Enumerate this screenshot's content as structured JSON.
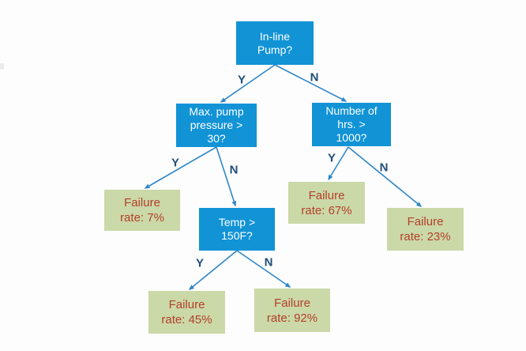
{
  "diagram": {
    "type": "decision-tree",
    "colors": {
      "decision_fill": "#1193d6",
      "decision_text": "#ffffff",
      "leaf_fill": "#cbd8a8",
      "leaf_text": "#b2402a",
      "edge": "#2e86c8",
      "branch_label": "#1f4e79",
      "background": "#fdfdfd"
    },
    "branches": {
      "yes": "Y",
      "no": "N"
    },
    "nodes": {
      "root": {
        "label": "In-line\nPump?",
        "type": "decision"
      },
      "pressure": {
        "label": "Max. pump\npressure >\n30?",
        "type": "decision"
      },
      "hours": {
        "label": "Number of\nhrs. >\n1000?",
        "type": "decision"
      },
      "temp": {
        "label": "Temp >\n150F?",
        "type": "decision"
      },
      "leaf7": {
        "label": "Failure\nrate: 7%",
        "type": "leaf"
      },
      "leaf67": {
        "label": "Failure\nrate: 67%",
        "type": "leaf"
      },
      "leaf23": {
        "label": "Failure\nrate: 23%",
        "type": "leaf"
      },
      "leaf45": {
        "label": "Failure\nrate: 45%",
        "type": "leaf"
      },
      "leaf92": {
        "label": "Failure\nrate: 92%",
        "type": "leaf"
      }
    },
    "structure": {
      "root_yes": "pressure",
      "root_no": "hours",
      "pressure_yes": "leaf7",
      "pressure_no": "temp",
      "hours_yes": "leaf67",
      "hours_no": "leaf23",
      "temp_yes": "leaf45",
      "temp_no": "leaf92"
    }
  }
}
